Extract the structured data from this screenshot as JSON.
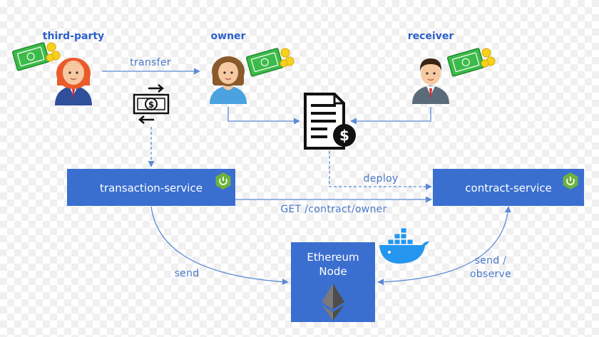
{
  "actors": {
    "third_party": "third-party",
    "owner": "owner",
    "receiver": "receiver"
  },
  "services": {
    "transaction": "transaction-service",
    "contract": "contract-service"
  },
  "node": {
    "line1": "Ethereum",
    "line2": "Node"
  },
  "edges": {
    "transfer": "transfer",
    "deploy": "deploy",
    "get_owner": "GET /contract/owner",
    "send": "send",
    "send_observe_1": "send /",
    "send_observe_2": "observe"
  },
  "icons": [
    "money-icon",
    "person-icon",
    "transfer-icon",
    "contract-icon",
    "spring-boot-icon",
    "docker-icon",
    "ethereum-icon"
  ],
  "colors": {
    "service_fill": "#3a6fd0",
    "edge_line": "#5b8ad6",
    "label_text": "#2b5fc9",
    "money_green": "#3dbb4a",
    "coin_yellow": "#f7d21c"
  }
}
